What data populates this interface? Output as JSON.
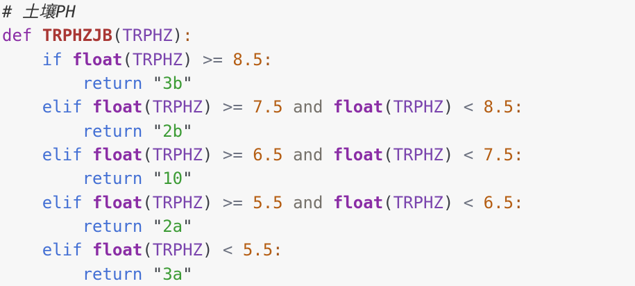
{
  "page": {
    "background_color": "#f7f7f7",
    "kind": "python-code-snippet"
  },
  "code": {
    "language": "python",
    "token_colors": {
      "plain": "#383a42",
      "comment": "#333333",
      "kwdef": "#8a2da5",
      "ctrl": "#4470d4",
      "builtin": "#8a2da5",
      "fname": "#a93734",
      "var": "#7a44ad",
      "punct": "#3b3f45",
      "op": "#6d7280",
      "wordop": "#75716a",
      "num": "#b45d12",
      "colon": "#a4561a",
      "strq": "#3b3f45",
      "str": "#3c9b35"
    },
    "lines": [
      {
        "tokens": [
          [
            "comment",
            "# 土壤PH"
          ]
        ]
      },
      {
        "tokens": [
          [
            "kwdef",
            "def"
          ],
          [
            "plain",
            " "
          ],
          [
            "fname",
            "TRPHZJB"
          ],
          [
            "punct",
            "("
          ],
          [
            "var",
            "TRPHZ"
          ],
          [
            "punct",
            ")"
          ],
          [
            "colon",
            ":"
          ]
        ]
      },
      {
        "tokens": [
          [
            "plain",
            "    "
          ],
          [
            "ctrl",
            "if"
          ],
          [
            "plain",
            " "
          ],
          [
            "builtin",
            "float"
          ],
          [
            "punct",
            "("
          ],
          [
            "var",
            "TRPHZ"
          ],
          [
            "punct",
            ")"
          ],
          [
            "plain",
            " "
          ],
          [
            "op",
            ">="
          ],
          [
            "plain",
            " "
          ],
          [
            "num",
            "8.5"
          ],
          [
            "colon",
            ":"
          ]
        ]
      },
      {
        "tokens": [
          [
            "plain",
            "        "
          ],
          [
            "ctrl",
            "return"
          ],
          [
            "plain",
            " "
          ],
          [
            "strq",
            "\""
          ],
          [
            "str",
            "3b"
          ],
          [
            "strq",
            "\""
          ]
        ]
      },
      {
        "tokens": [
          [
            "plain",
            "    "
          ],
          [
            "ctrl",
            "elif"
          ],
          [
            "plain",
            " "
          ],
          [
            "builtin",
            "float"
          ],
          [
            "punct",
            "("
          ],
          [
            "var",
            "TRPHZ"
          ],
          [
            "punct",
            ")"
          ],
          [
            "plain",
            " "
          ],
          [
            "op",
            ">="
          ],
          [
            "plain",
            " "
          ],
          [
            "num",
            "7.5"
          ],
          [
            "plain",
            " "
          ],
          [
            "wordop",
            "and"
          ],
          [
            "plain",
            " "
          ],
          [
            "builtin",
            "float"
          ],
          [
            "punct",
            "("
          ],
          [
            "var",
            "TRPHZ"
          ],
          [
            "punct",
            ")"
          ],
          [
            "plain",
            " "
          ],
          [
            "op",
            "<"
          ],
          [
            "plain",
            " "
          ],
          [
            "num",
            "8.5"
          ],
          [
            "colon",
            ":"
          ]
        ]
      },
      {
        "tokens": [
          [
            "plain",
            "        "
          ],
          [
            "ctrl",
            "return"
          ],
          [
            "plain",
            " "
          ],
          [
            "strq",
            "\""
          ],
          [
            "str",
            "2b"
          ],
          [
            "strq",
            "\""
          ]
        ]
      },
      {
        "tokens": [
          [
            "plain",
            "    "
          ],
          [
            "ctrl",
            "elif"
          ],
          [
            "plain",
            " "
          ],
          [
            "builtin",
            "float"
          ],
          [
            "punct",
            "("
          ],
          [
            "var",
            "TRPHZ"
          ],
          [
            "punct",
            ")"
          ],
          [
            "plain",
            " "
          ],
          [
            "op",
            ">="
          ],
          [
            "plain",
            " "
          ],
          [
            "num",
            "6.5"
          ],
          [
            "plain",
            " "
          ],
          [
            "wordop",
            "and"
          ],
          [
            "plain",
            " "
          ],
          [
            "builtin",
            "float"
          ],
          [
            "punct",
            "("
          ],
          [
            "var",
            "TRPHZ"
          ],
          [
            "punct",
            ")"
          ],
          [
            "plain",
            " "
          ],
          [
            "op",
            "<"
          ],
          [
            "plain",
            " "
          ],
          [
            "num",
            "7.5"
          ],
          [
            "colon",
            ":"
          ]
        ]
      },
      {
        "tokens": [
          [
            "plain",
            "        "
          ],
          [
            "ctrl",
            "return"
          ],
          [
            "plain",
            " "
          ],
          [
            "strq",
            "\""
          ],
          [
            "str",
            "10"
          ],
          [
            "strq",
            "\""
          ]
        ]
      },
      {
        "tokens": [
          [
            "plain",
            "    "
          ],
          [
            "ctrl",
            "elif"
          ],
          [
            "plain",
            " "
          ],
          [
            "builtin",
            "float"
          ],
          [
            "punct",
            "("
          ],
          [
            "var",
            "TRPHZ"
          ],
          [
            "punct",
            ")"
          ],
          [
            "plain",
            " "
          ],
          [
            "op",
            ">="
          ],
          [
            "plain",
            " "
          ],
          [
            "num",
            "5.5"
          ],
          [
            "plain",
            " "
          ],
          [
            "wordop",
            "and"
          ],
          [
            "plain",
            " "
          ],
          [
            "builtin",
            "float"
          ],
          [
            "punct",
            "("
          ],
          [
            "var",
            "TRPHZ"
          ],
          [
            "punct",
            ")"
          ],
          [
            "plain",
            " "
          ],
          [
            "op",
            "<"
          ],
          [
            "plain",
            " "
          ],
          [
            "num",
            "6.5"
          ],
          [
            "colon",
            ":"
          ]
        ]
      },
      {
        "tokens": [
          [
            "plain",
            "        "
          ],
          [
            "ctrl",
            "return"
          ],
          [
            "plain",
            " "
          ],
          [
            "strq",
            "\""
          ],
          [
            "str",
            "2a"
          ],
          [
            "strq",
            "\""
          ]
        ]
      },
      {
        "tokens": [
          [
            "plain",
            "    "
          ],
          [
            "ctrl",
            "elif"
          ],
          [
            "plain",
            " "
          ],
          [
            "builtin",
            "float"
          ],
          [
            "punct",
            "("
          ],
          [
            "var",
            "TRPHZ"
          ],
          [
            "punct",
            ")"
          ],
          [
            "plain",
            " "
          ],
          [
            "op",
            "<"
          ],
          [
            "plain",
            " "
          ],
          [
            "num",
            "5.5"
          ],
          [
            "colon",
            ":"
          ]
        ]
      },
      {
        "tokens": [
          [
            "plain",
            "        "
          ],
          [
            "ctrl",
            "return"
          ],
          [
            "plain",
            " "
          ],
          [
            "strq",
            "\""
          ],
          [
            "str",
            "3a"
          ],
          [
            "strq",
            "\""
          ]
        ]
      }
    ]
  }
}
